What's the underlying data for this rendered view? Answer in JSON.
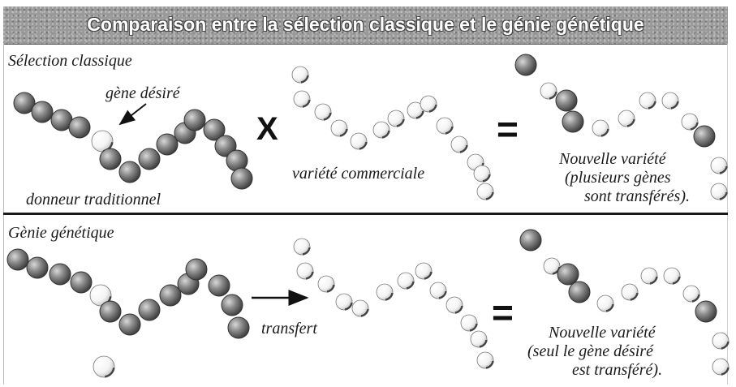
{
  "title": "Comparaison entre la sélection classique et le génie génétique",
  "top_panel": {
    "heading": "Sélection classique",
    "gene_label": "gène désiré",
    "donor_label": "donneur traditionnel",
    "cross_symbol": "X",
    "commercial_label": "variété commerciale",
    "equals_symbol": "=",
    "result_line1": "Nouvelle variété",
    "result_line2": "(plusieurs gènes",
    "result_line3": "sont transférés)."
  },
  "bottom_panel": {
    "heading": "Gènie génétique",
    "transfer_label": "transfert",
    "equals_symbol": "=",
    "result_line1": "Nouvelle variété",
    "result_line2": "(seul le gène désiré",
    "result_line3": "est transféré)."
  },
  "colors": {
    "title_bar": "#9a9a9a",
    "donor_bead": "#6a6a6a",
    "commercial_bead": "#f2f2f2",
    "ink": "#1a1a1a"
  }
}
